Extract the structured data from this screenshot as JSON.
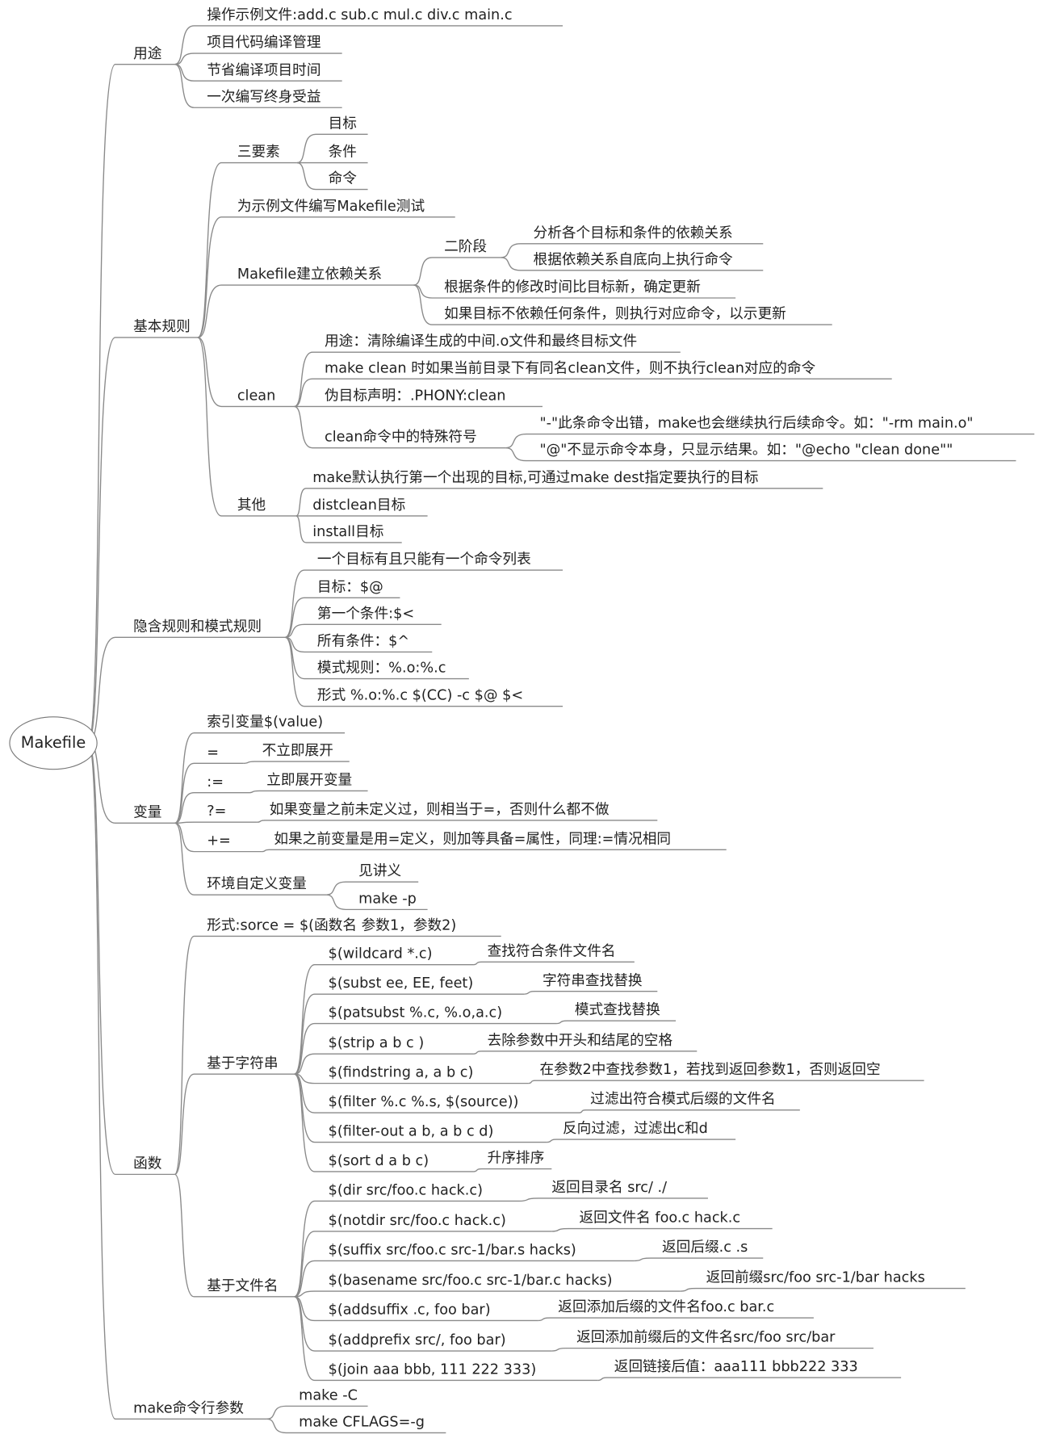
{
  "map": {
    "root": "Makefile",
    "branches": [
      {
        "label": "用途",
        "children": [
          {
            "label": "操作示例文件:add.c sub.c mul.c div.c main.c"
          },
          {
            "label": "项目代码编译管理"
          },
          {
            "label": "节省编译项目时间"
          },
          {
            "label": "一次编写终身受益"
          }
        ]
      },
      {
        "label": "基本规则",
        "children": [
          {
            "label": "三要素",
            "children": [
              {
                "label": "目标"
              },
              {
                "label": "条件"
              },
              {
                "label": "命令"
              }
            ]
          },
          {
            "label": "为示例文件编写Makefile测试"
          },
          {
            "label": "Makefile建立依赖关系",
            "children": [
              {
                "label": "二阶段",
                "children": [
                  {
                    "label": "分析各个目标和条件的依赖关系"
                  },
                  {
                    "label": "根据依赖关系自底向上执行命令"
                  }
                ]
              },
              {
                "label": "根据条件的修改时间比目标新，确定更新"
              },
              {
                "label": "如果目标不依赖任何条件，则执行对应命令，以示更新"
              }
            ]
          },
          {
            "label": "clean",
            "children": [
              {
                "label": "用途：清除编译生成的中间.o文件和最终目标文件"
              },
              {
                "label": "make clean  时如果当前目录下有同名clean文件，则不执行clean对应的命令"
              },
              {
                "label": "伪目标声明：.PHONY:clean"
              },
              {
                "label": "clean命令中的特殊符号",
                "children": [
                  {
                    "label": "\"-\"此条命令出错，make也会继续执行后续命令。如：\"-rm main.o\""
                  },
                  {
                    "label": "\"@\"不显示命令本身，只显示结果。如：\"@echo \"clean done\"\""
                  }
                ]
              }
            ]
          },
          {
            "label": "其他",
            "children": [
              {
                "label": "make默认执行第一个出现的目标,可通过make dest指定要执行的目标"
              },
              {
                "label": "distclean目标"
              },
              {
                "label": "install目标"
              }
            ]
          }
        ]
      },
      {
        "label": "隐含规则和模式规则",
        "children": [
          {
            "label": "一个目标有且只能有一个命令列表"
          },
          {
            "label": "目标：$@"
          },
          {
            "label": "第一个条件:$<"
          },
          {
            "label": "所有条件：$^"
          },
          {
            "label": "模式规则：%.o:%.c"
          },
          {
            "label": "形式 %.o:%.c  $(CC) -c $@ $<"
          }
        ]
      },
      {
        "label": "变量",
        "children": [
          {
            "label": "索引变量$(value)"
          },
          {
            "label": "=",
            "children": [
              {
                "label": "不立即展开"
              }
            ]
          },
          {
            "label": ":=",
            "children": [
              {
                "label": "立即展开变量"
              }
            ]
          },
          {
            "label": "?=",
            "children": [
              {
                "label": "如果变量之前未定义过，则相当于=，否则什么都不做"
              }
            ]
          },
          {
            "label": "+=",
            "children": [
              {
                "label": "如果之前变量是用=定义，则加等具备=属性，同理:=情况相同"
              }
            ]
          },
          {
            "label": "环境自定义变量",
            "children": [
              {
                "label": "见讲义"
              },
              {
                "label": "make -p"
              }
            ]
          }
        ]
      },
      {
        "label": "函数",
        "children": [
          {
            "label": "形式:sorce = $(函数名 参数1，参数2)"
          },
          {
            "label": "基于字符串",
            "children": [
              {
                "label": "$(wildcard *.c)",
                "children": [
                  {
                    "label": "查找符合条件文件名"
                  }
                ]
              },
              {
                "label": "$(subst ee, EE, feet)",
                "children": [
                  {
                    "label": "字符串查找替换"
                  }
                ]
              },
              {
                "label": "$(patsubst %.c, %.o,a.c)",
                "children": [
                  {
                    "label": "模式查找替换"
                  }
                ]
              },
              {
                "label": "$(strip a b c  )",
                "children": [
                  {
                    "label": "去除参数中开头和结尾的空格"
                  }
                ]
              },
              {
                "label": "$(findstring a, a b c)",
                "children": [
                  {
                    "label": "在参数2中查找参数1，若找到返回参数1，否则返回空"
                  }
                ]
              },
              {
                "label": "$(filter %.c %.s, $(source))",
                "children": [
                  {
                    "label": "过滤出符合模式后缀的文件名"
                  }
                ]
              },
              {
                "label": "$(filter-out a b, a b c d)",
                "children": [
                  {
                    "label": "反向过滤，过滤出c和d"
                  }
                ]
              },
              {
                "label": "$(sort d a b c)",
                "children": [
                  {
                    "label": "升序排序"
                  }
                ]
              }
            ]
          },
          {
            "label": "基于文件名",
            "children": [
              {
                "label": "$(dir src/foo.c hack.c)",
                "children": [
                  {
                    "label": "返回目录名 src/ ./"
                  }
                ]
              },
              {
                "label": "$(notdir src/foo.c hack.c)",
                "children": [
                  {
                    "label": "返回文件名 foo.c hack.c"
                  }
                ]
              },
              {
                "label": "$(suffix src/foo.c src-1/bar.s hacks)",
                "children": [
                  {
                    "label": "返回后缀.c .s"
                  }
                ]
              },
              {
                "label": "$(basename src/foo.c src-1/bar.c hacks)",
                "children": [
                  {
                    "label": "返回前缀src/foo src-1/bar hacks"
                  }
                ]
              },
              {
                "label": "$(addsuffix .c, foo bar)",
                "children": [
                  {
                    "label": "返回添加后缀的文件名foo.c bar.c"
                  }
                ]
              },
              {
                "label": "$(addprefix src/, foo bar)",
                "children": [
                  {
                    "label": "返回添加前缀后的文件名src/foo src/bar"
                  }
                ]
              },
              {
                "label": "$(join aaa bbb, 111 222 333)",
                "children": [
                  {
                    "label": "返回链接后值：aaa111 bbb222 333"
                  }
                ]
              }
            ]
          }
        ]
      },
      {
        "label": "make命令行参数",
        "children": [
          {
            "label": "make -C"
          },
          {
            "label": "make CFLAGS=-g"
          }
        ]
      }
    ]
  }
}
